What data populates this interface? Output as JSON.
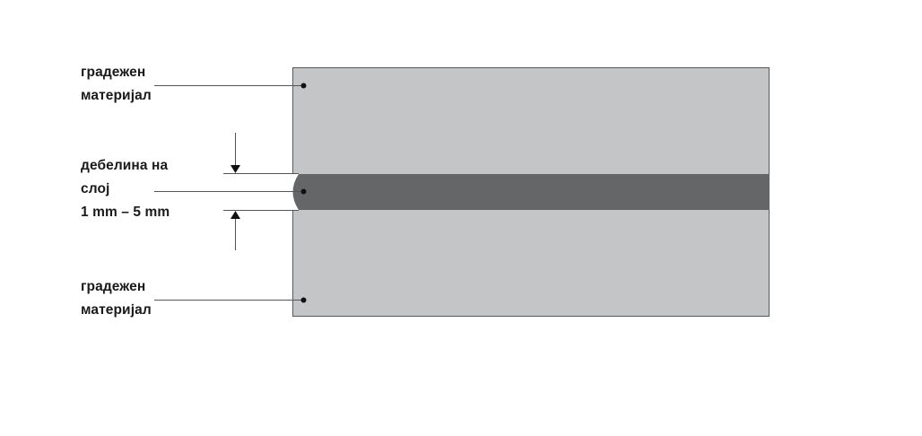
{
  "diagram": {
    "type": "layer-cross-section",
    "colors": {
      "material": "#c4c5c7",
      "layer": "#656668",
      "outline": "#5a5a5a",
      "leader": "#555555",
      "text": "#1a1a1a"
    },
    "labels": {
      "top_material": {
        "line1": "градежен",
        "line2": "материјал"
      },
      "layer": {
        "line1": "дебелина на",
        "line2": "слој",
        "line3": "1 mm – 5 mm"
      },
      "bottom_material": {
        "line1": "градежен",
        "line2": "материјал"
      }
    }
  }
}
